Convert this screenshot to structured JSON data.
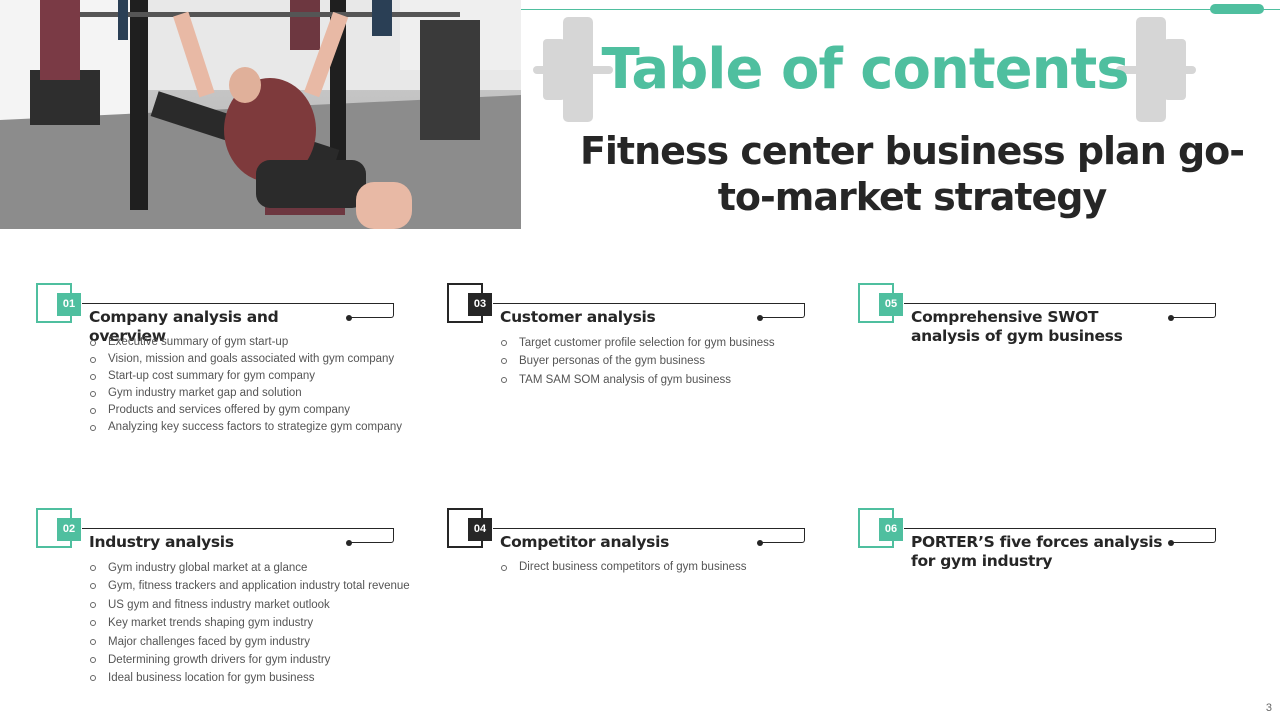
{
  "header": {
    "toc_title": "Table of contents",
    "main_title": "Fitness center business plan go-to-market strategy"
  },
  "sections": [
    {
      "number": "01",
      "title": "Company analysis and overview",
      "items": [
        "Executive summary of gym start-up",
        "Vision, mission and goals associated with gym company",
        "Start-up cost summary for gym company",
        "Gym industry market gap and solution",
        "Products and services offered by gym company",
        "Analyzing key success factors to strategize gym company"
      ]
    },
    {
      "number": "02",
      "title": "Industry analysis",
      "items": [
        "Gym industry global market at a glance",
        "Gym, fitness trackers and application industry total revenue",
        "US gym and fitness industry market outlook",
        "Key market trends shaping gym industry",
        "Major challenges faced by gym industry",
        "Determining growth drivers for gym industry",
        "Ideal business location for gym business"
      ]
    },
    {
      "number": "03",
      "title": "Customer analysis",
      "items": [
        "Target customer profile selection for gym business",
        "Buyer personas of the gym business",
        "TAM SAM SOM analysis of gym business"
      ]
    },
    {
      "number": "04",
      "title": "Competitor analysis",
      "items": [
        "Direct business competitors of gym business"
      ]
    },
    {
      "number": "05",
      "title": "Comprehensive SWOT analysis of gym business",
      "items": []
    },
    {
      "number": "06",
      "title": "PORTER’S five forces analysis for gym industry",
      "items": []
    }
  ],
  "footer": {
    "page_number": "3"
  },
  "colors": {
    "accent": "#4fbf9f",
    "dark": "#262626",
    "deco_gray": "#d6d6d6"
  },
  "icons": [
    "dumbbell-icon",
    "gym-photo"
  ]
}
